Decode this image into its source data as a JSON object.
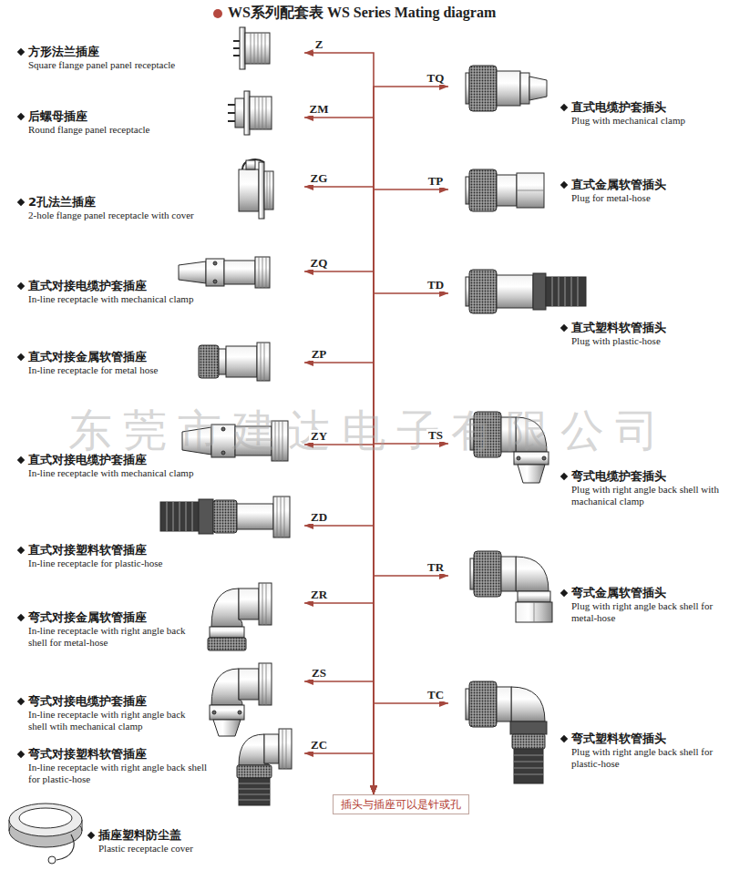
{
  "diagram": {
    "title": "WS系列配套表 WS Series Mating diagram",
    "nodes": [
      {
        "text": [
          "方形法兰插座",
          "Square flange panel panel receptacle"
        ]
      },
      {
        "text": [
          "直式电缆护套插头",
          "Plug with mechanical clamp"
        ]
      },
      {
        "text": [
          "后螺母插座",
          "Round flange panel receptacle"
        ]
      },
      {
        "text": [
          "直式金属软管插头",
          "Plug for metal-hose"
        ]
      },
      {
        "text": [
          "2孔法兰插座",
          "2-hole flange panel receptacle with cover"
        ]
      },
      {
        "text": [
          "直式对接电缆护套插座",
          "In-line receptacle with mechanical clamp"
        ]
      },
      {
        "text": [
          "直式塑料软管插头",
          "Plug with plastic-hose"
        ]
      },
      {
        "text": [
          "直式对接金属软管插座",
          "In-line receptacle for metal hose"
        ]
      },
      {
        "text": [
          "直式对接电缆护套插座",
          "In-line receptacle with mechanical clamp"
        ]
      },
      {
        "text": [
          "弯式电缆护套插头",
          "Plug with right angle back shell with machanical clamp"
        ]
      },
      {
        "text": [
          "直式对接塑料软管插座",
          "In-line receptacle for plastic-hose"
        ]
      },
      {
        "text": [
          "弯式金属软管插头",
          "Plug with right angle back shell for metal-hose"
        ]
      },
      {
        "text": [
          "弯式对接金属软管插座",
          "In-line receptacle with right angle back shell for metal-hose"
        ]
      },
      {
        "text": [
          "弯式对接电缆护套插座",
          "In-line receptacle with right angle back shell wtih mechanical clamp"
        ]
      },
      {
        "text": [
          "弯式塑料软管插头",
          "Plug with right angle back shell for plastic-hose"
        ]
      },
      {
        "text": [
          "弯式对接塑料软管插座",
          "In-line receptacle with right angle back shell for plastic-hose"
        ]
      },
      {
        "text": [
          "插座塑料防尘盖",
          "Plastic receptacle cover"
        ]
      },
      {
        "text": [
          "插头与插座可以是针或孔"
        ]
      }
    ],
    "edges": [
      {
        "from": 17,
        "to": 0,
        "arrow": "both",
        "label": "Z"
      },
      {
        "from": 17,
        "to": 2,
        "arrow": "both",
        "label": "ZM"
      },
      {
        "from": 17,
        "to": 4,
        "arrow": "both",
        "label": "ZG"
      },
      {
        "from": 17,
        "to": 5,
        "arrow": "both",
        "label": "ZQ"
      },
      {
        "from": 17,
        "to": 7,
        "arrow": "both",
        "label": "ZP"
      },
      {
        "from": 17,
        "to": 8,
        "arrow": "both",
        "label": "ZY"
      },
      {
        "from": 17,
        "to": 10,
        "arrow": "both",
        "label": "ZD"
      },
      {
        "from": 17,
        "to": 12,
        "arrow": "both",
        "label": "ZR"
      },
      {
        "from": 17,
        "to": 13,
        "arrow": "both",
        "label": "ZS"
      },
      {
        "from": 17,
        "to": 15,
        "arrow": "both",
        "label": "ZC"
      },
      {
        "from": 17,
        "to": 1,
        "arrow": "both",
        "label": "TQ"
      },
      {
        "from": 17,
        "to": 3,
        "arrow": "both",
        "label": "TP"
      },
      {
        "from": 17,
        "to": 6,
        "arrow": "both",
        "label": "TD"
      },
      {
        "from": 17,
        "to": 9,
        "arrow": "both",
        "label": "TS"
      },
      {
        "from": 17,
        "to": 11,
        "arrow": "both",
        "label": "TR"
      },
      {
        "from": 17,
        "to": 14,
        "arrow": "both",
        "label": "TC"
      }
    ],
    "labels": [
      "东莞市建达电子有限公司"
    ]
  }
}
